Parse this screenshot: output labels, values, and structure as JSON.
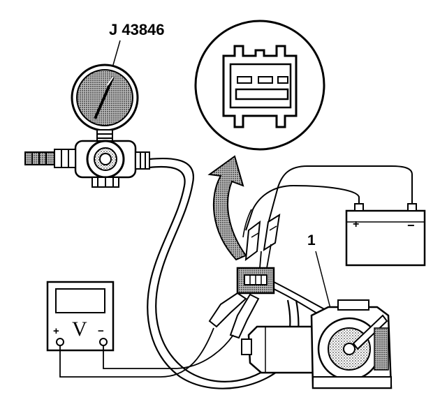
{
  "tool_label": "J 43846",
  "item_label": "1",
  "battery": {
    "positive": "+",
    "negative": "−"
  },
  "voltmeter": {
    "positive": "+",
    "negative": "−",
    "symbol": "V"
  },
  "colors": {
    "ink": "#000000",
    "paper": "#ffffff",
    "shade": "#9a9a9a"
  }
}
